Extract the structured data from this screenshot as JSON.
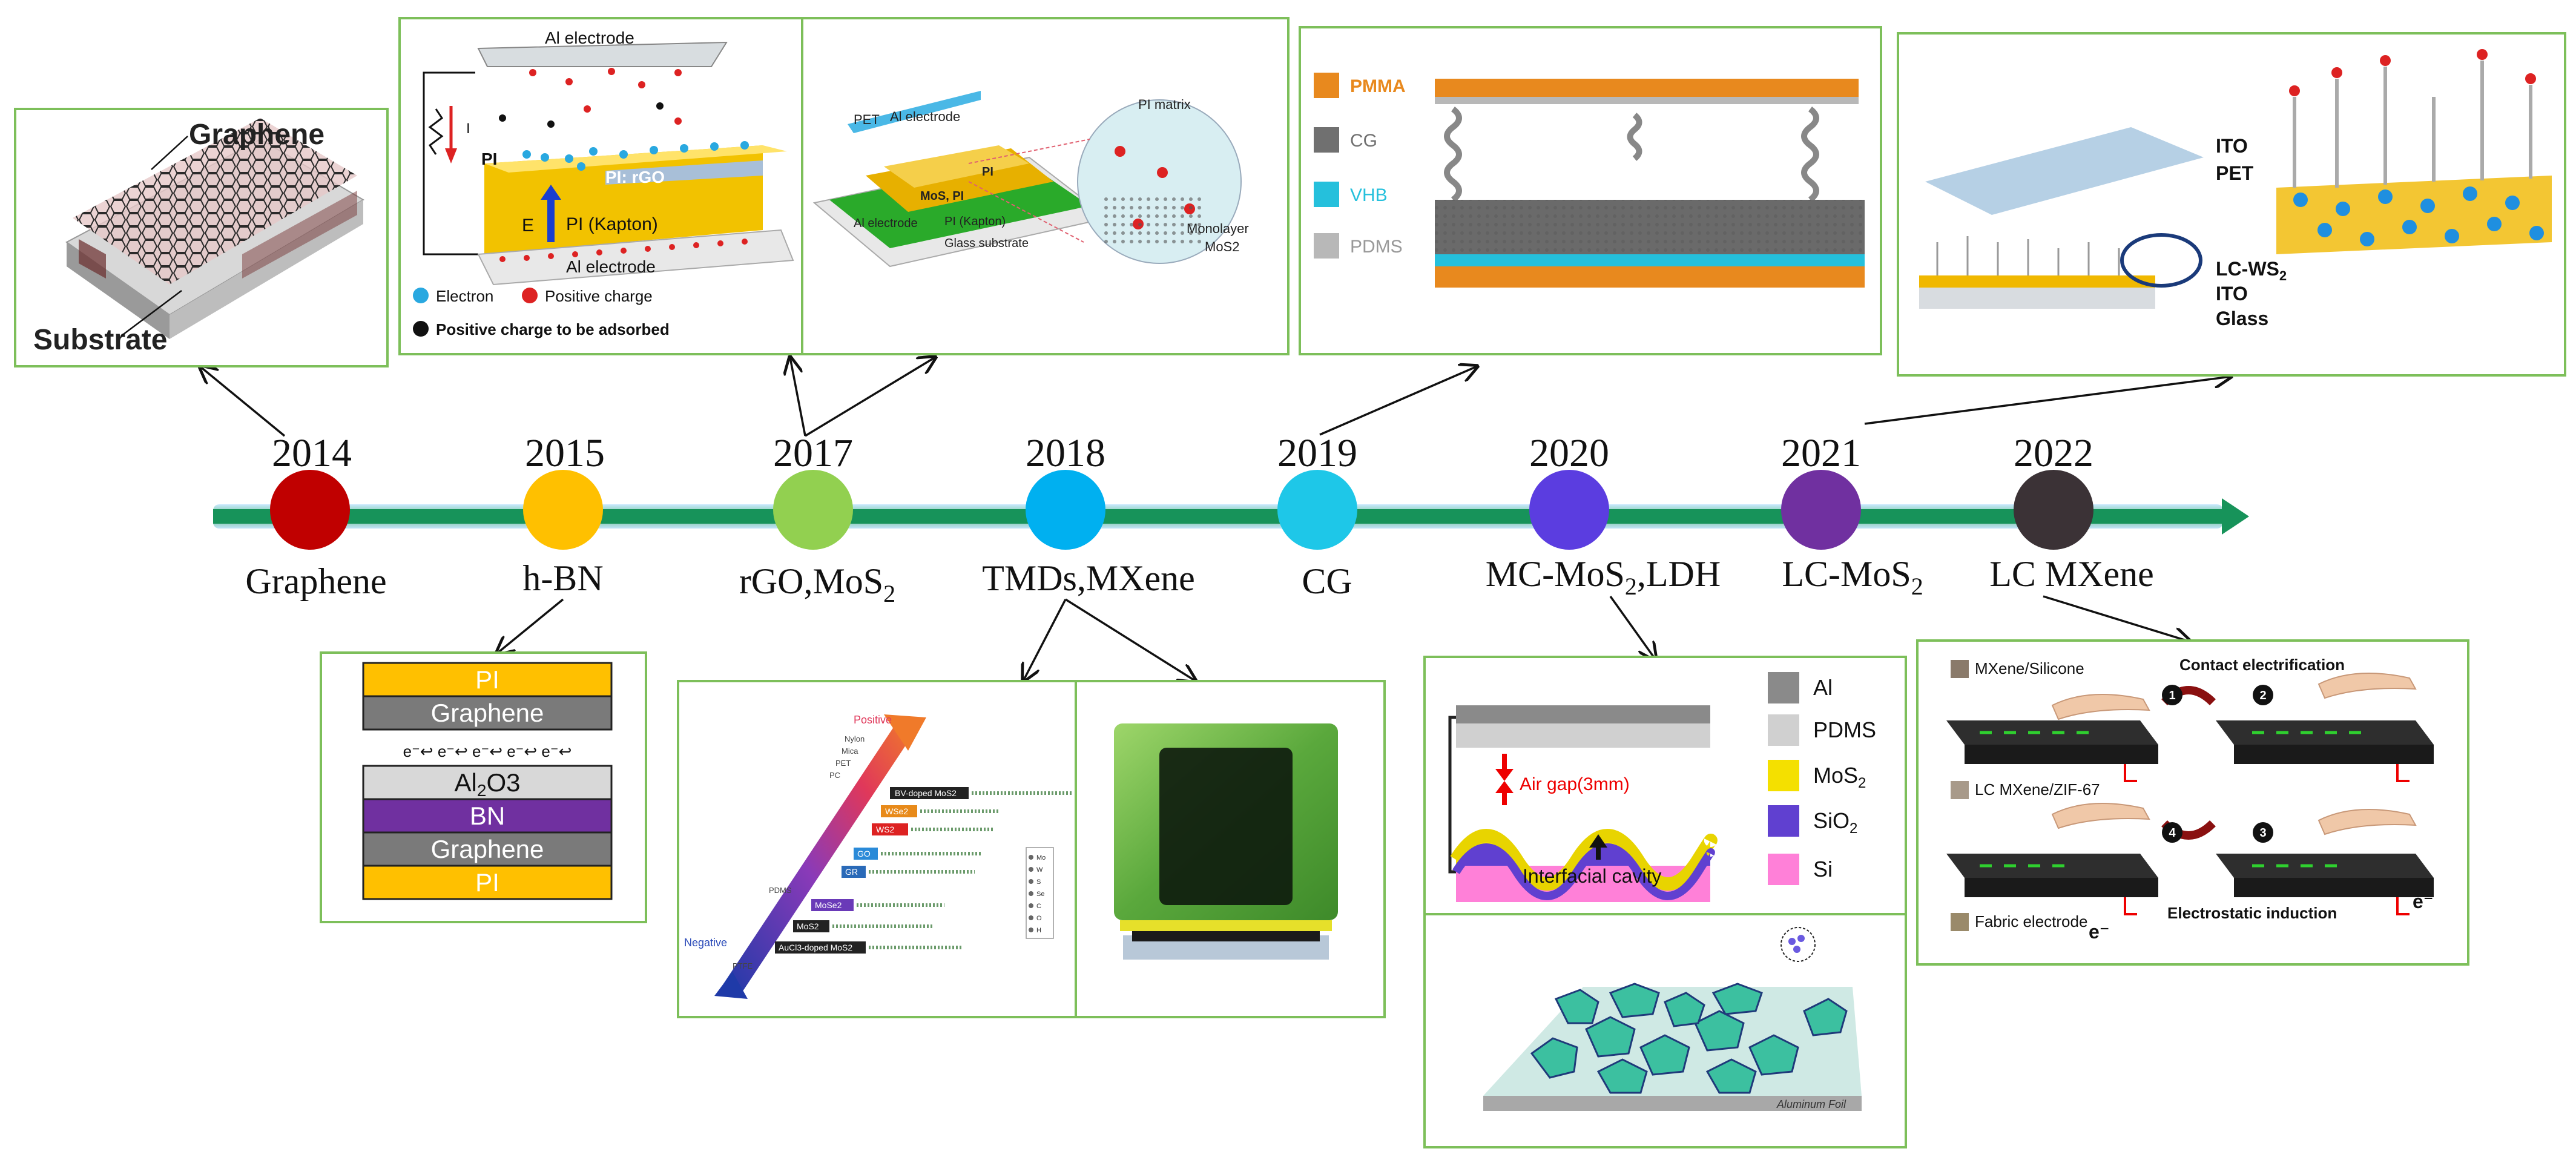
{
  "milestones": [
    {
      "year": "2014",
      "material": "Graphene",
      "color": "#c00000"
    },
    {
      "year": "2015",
      "material": "h-BN",
      "color": "#ffc000"
    },
    {
      "year": "2017",
      "material": "rGO,MoS",
      "material_sub": "2",
      "color": "#92d050"
    },
    {
      "year": "2018",
      "material": "TMDs,MXene",
      "color": "#00b0f0"
    },
    {
      "year": "2019",
      "material": "CG",
      "color": "#1ec7e8"
    },
    {
      "year": "2020",
      "material": "MC-MoS",
      "material_sub": "2",
      "material_suffix": ",LDH",
      "color": "#5b3de0"
    },
    {
      "year": "2021",
      "material": "LC-MoS",
      "material_sub": "2",
      "color": "#7030a0"
    },
    {
      "year": "2022",
      "material": "LC MXene",
      "color": "#3b3236"
    }
  ],
  "panels": {
    "graphene": {
      "label_top": "Graphene",
      "label_bottom": "Substrate"
    },
    "rgo": {
      "top_electrode": "Al electrode",
      "pi": "PI",
      "pi_rgo": "PI: rGO",
      "e_field": "E",
      "kapton": "PI (Kapton)",
      "bottom_electrode": "Al electrode",
      "legend_electron": "Electron",
      "legend_positive": "Positive charge",
      "legend_adsorbed": "Positive charge to be adsorbed"
    },
    "mos2": {
      "pet": "PET",
      "al_top": "Al electrode",
      "pi": "PI",
      "mos2_pi": "MoS, PI",
      "kapton": "PI (Kapton)",
      "al_bottom": "Al electrode",
      "glass": "Glass substrate",
      "pi_matrix": "PI matrix",
      "monolayer": "Monolayer",
      "monolayer_compound": "MoS2"
    },
    "cg": {
      "legend": [
        "PMMA",
        "CG",
        "VHB",
        "PDMS"
      ]
    },
    "lc_ws2": {
      "ito_top": "ITO",
      "pet": "PET",
      "lc_ws": "LC-WS",
      "lc_ws_sub": "2",
      "ito_bottom": "ITO",
      "glass": "Glass"
    },
    "hbn": {
      "layers": [
        "PI",
        "Graphene",
        "Al",
        "BN",
        "Graphene",
        "PI"
      ],
      "layers_sub": "2",
      "layers_suffix": "O3",
      "charges": "e⁻↩  e⁻↩  e⁻↩  e⁻↩  e⁻↩"
    },
    "tmds": {
      "positive": "Positive",
      "negative": "Negative",
      "rows": [
        "BV-doped MoS2",
        "WSe2",
        "WS2",
        "GO",
        "GR",
        "MoSe2",
        "MoS2",
        "AuCl3-doped MoS2"
      ],
      "scale": [
        "Nylon",
        "Mica",
        "PET",
        "PC",
        "PDMS",
        "PTFE"
      ],
      "elements": [
        "Mo",
        "W",
        "S",
        "Se",
        "C",
        "O",
        "H"
      ]
    },
    "mc_mos2": {
      "air_gap": "Air gap(3mm)",
      "cavity": "Interfacial cavity",
      "legend": [
        "Al",
        "PDMS",
        "MoS",
        "SiO",
        "Si"
      ],
      "legend_sub": "2"
    },
    "ldh": {
      "foil": "Aluminum Foil"
    },
    "lc_mxene": {
      "mxene_silicone": "MXene/Silicone",
      "contact": "Contact electrification",
      "zif": "LC MXene/ZIF-67",
      "fabric": "Fabric electrode",
      "induction": "Electrostatic induction",
      "steps": [
        "1",
        "2",
        "3",
        "4"
      ],
      "electron": "e⁻"
    }
  }
}
